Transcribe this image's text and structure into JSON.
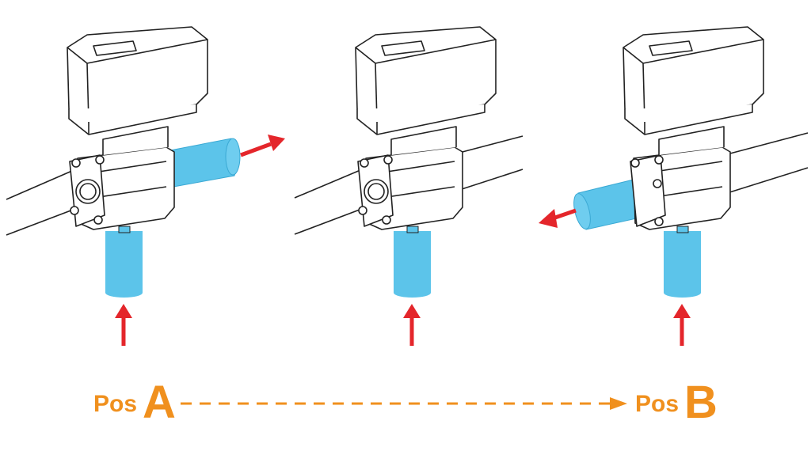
{
  "colors": {
    "line": "#222222",
    "flow_blue": "#5cc4ea",
    "flow_blue_dark": "#3aa9d4",
    "arrow_red": "#e4262b",
    "label_orange": "#f0901e"
  },
  "icons": [
    "valve-actuator-icon",
    "pipe-icon",
    "flow-arrow-icon"
  ],
  "labels": {
    "pos_a_prefix": "Pos",
    "pos_a_letter": "A",
    "pos_b_prefix": "Pos",
    "pos_b_letter": "B"
  }
}
